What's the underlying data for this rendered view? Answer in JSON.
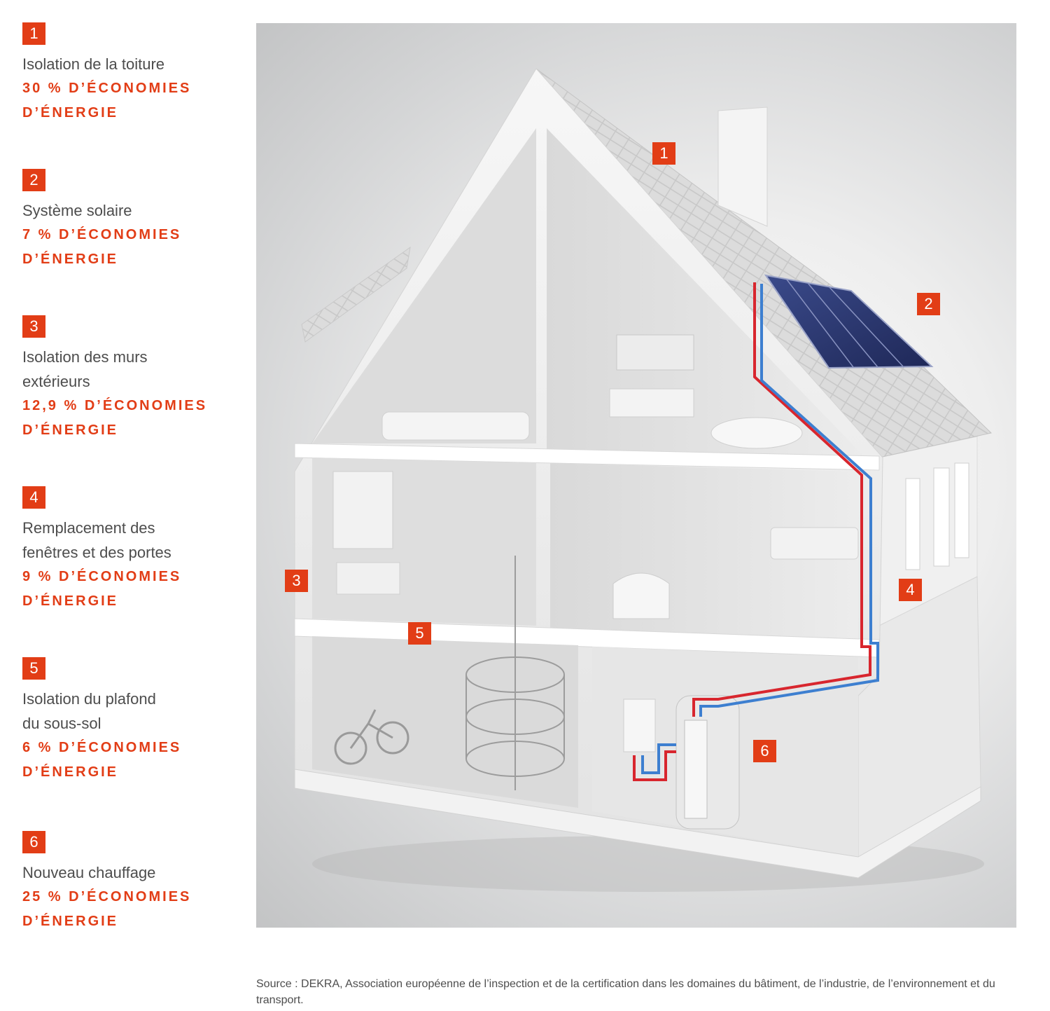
{
  "legend": [
    {
      "number": "1",
      "label": "Isolation de la toiture",
      "saving_a": "30 % D’ÉCONOMIES",
      "saving_b": "D’ÉNERGIE"
    },
    {
      "number": "2",
      "label": "Système solaire",
      "saving_a": "7 % D’ÉCONOMIES",
      "saving_b": "D’ÉNERGIE"
    },
    {
      "number": "3",
      "label": "Isolation des murs extérieurs",
      "saving_a": "12,9 % D’ÉCONOMIES",
      "saving_b": "D’ÉNERGIE"
    },
    {
      "number": "4",
      "label": "Remplacement des fenêtres et des portes",
      "saving_a": "9 % D’ÉCONOMIES",
      "saving_b": "D’ÉNERGIE"
    },
    {
      "number": "5",
      "label": "Isolation du plafond du sous-sol",
      "saving_a": "6 % D’ÉCONOMIES",
      "saving_b": "D’ÉNERGIE"
    },
    {
      "number": "6",
      "label": "Nouveau chauffage",
      "saving_a": "25 % D’ÉCONOMIES",
      "saving_b": "D’ÉNERGIE"
    }
  ],
  "markers": [
    "1",
    "2",
    "3",
    "4",
    "5",
    "6"
  ],
  "source": "Source : DEKRA, Association européenne de l’inspection et de la certification dans les domaines du bâtiment, de l’industrie, de l’environnement et du transport.",
  "colors": {
    "accent": "#e23d16",
    "text": "#4d4d4d",
    "hot_pipe": "#d8262e",
    "cold_pipe": "#3d7fd0",
    "solar_panel": "#2a3570"
  }
}
